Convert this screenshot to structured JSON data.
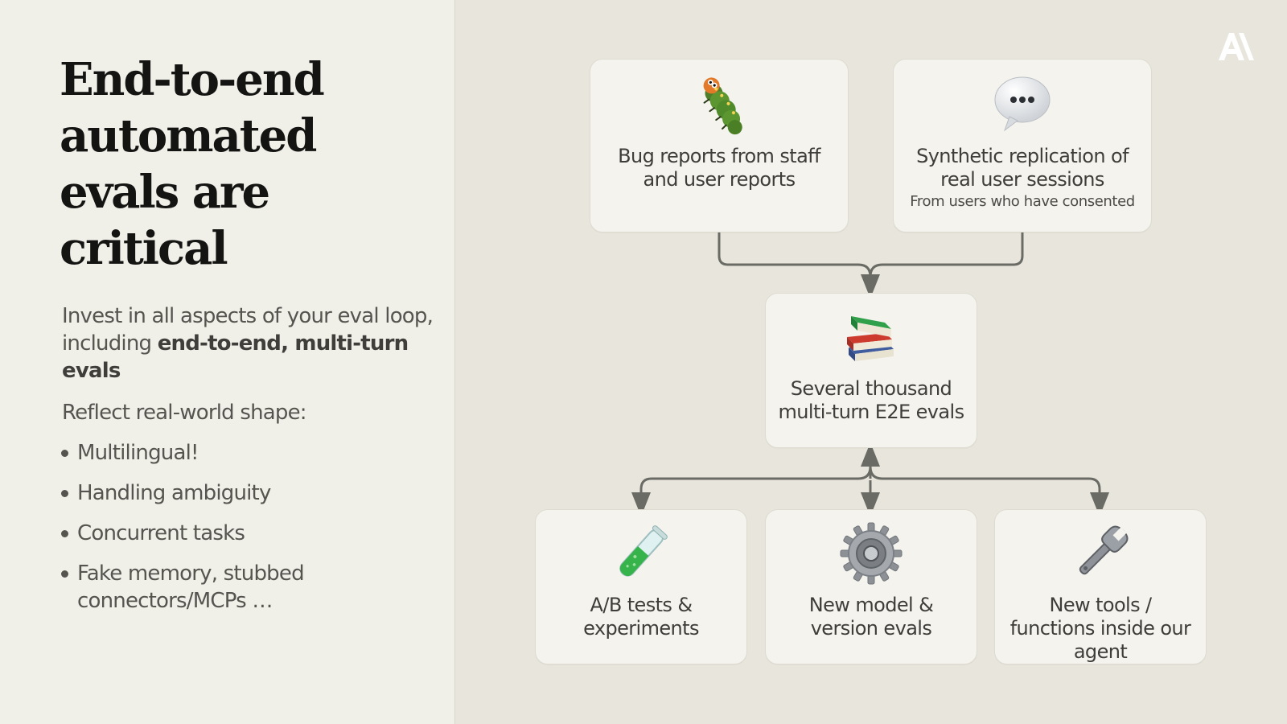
{
  "slide": {
    "title": "End-to-end automated evals are critical",
    "intro_text": "Invest in all aspects of your eval loop, including ",
    "intro_emphasis": "end-to-end, multi-turn evals",
    "reflect_heading": "Reflect real-world shape:",
    "bullets": [
      "Multilingual!",
      "Handling ambiguity",
      "Concurrent tasks",
      "Fake memory, stubbed connectors/MCPs …"
    ]
  },
  "diagram": {
    "nodes": {
      "bug_reports": {
        "label": "Bug reports from staff and user reports",
        "icon": "bug-icon"
      },
      "synthetic_sessions": {
        "label": "Synthetic replication of real user sessions",
        "note": "From users who have consented",
        "icon": "speech-bubble-icon"
      },
      "e2e_evals": {
        "label": "Several thousand multi-turn E2E evals",
        "icon": "books-icon"
      },
      "ab_tests": {
        "label": "A/B tests & experiments",
        "icon": "test-tube-icon"
      },
      "model_evals": {
        "label": "New model & version evals",
        "icon": "gear-icon"
      },
      "tools_functions": {
        "label": "New tools / functions inside our agent",
        "icon": "wrench-icon"
      }
    },
    "colors": {
      "connector": "#6b6b66",
      "node_background": "#f4f3ee",
      "left_background": "#f0efe8",
      "right_background": "#e8e6dc"
    }
  },
  "branding": {
    "logo_icon": "anthropic-logo"
  }
}
